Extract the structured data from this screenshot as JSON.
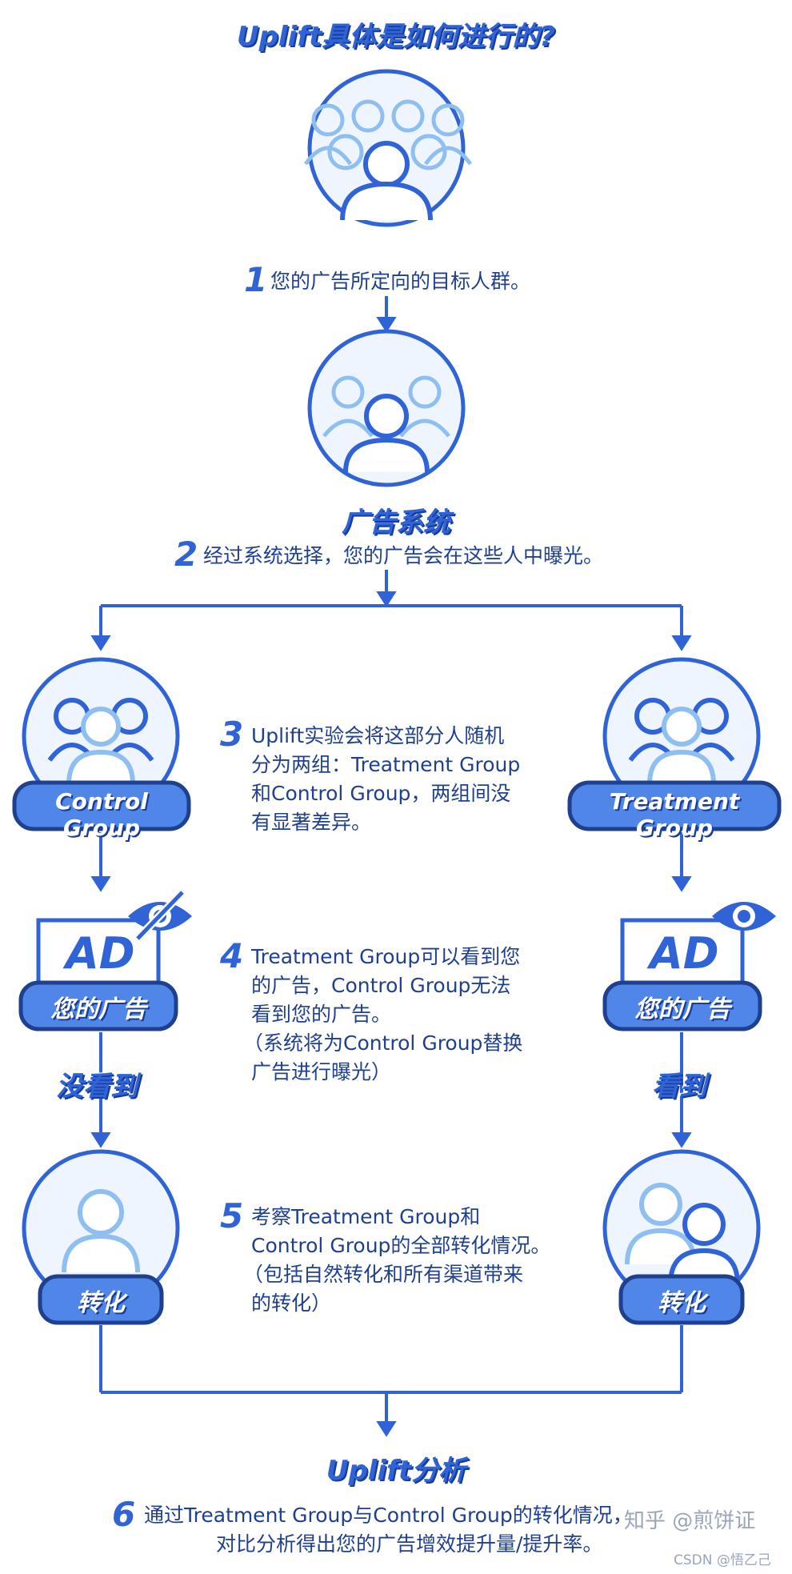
{
  "header": {
    "title": "Uplift具体是如何进行的?"
  },
  "steps": {
    "s1": {
      "num": "1",
      "text": "您的广告所定向的目标人群。"
    },
    "system_label": "广告系统",
    "s2": {
      "num": "2",
      "text": "经过系统选择，您的广告会在这些人中曝光。"
    },
    "s3": {
      "num": "3",
      "lines": [
        "Uplift实验会将这部分人随机",
        "分为两组：Treatment Group",
        "和Control Group，两组间没",
        "有显著差异。"
      ]
    },
    "s4": {
      "num": "4",
      "lines": [
        "Treatment Group可以看到您",
        "的广告，Control Group无法",
        "看到您的广告。",
        "（系统将为Control Group替换",
        "广告进行曝光）"
      ]
    },
    "s5": {
      "num": "5",
      "lines": [
        "考察Treatment Group和",
        "Control Group的全部转化情况。",
        "（包括自然转化和所有渠道带来",
        "的转化）"
      ]
    },
    "analysis_label": "Uplift分析",
    "s6": {
      "num": "6",
      "lines": [
        "通过Treatment Group与Control Group的转化情况，",
        "对比分析得出您的广告增效提升量/提升率。"
      ]
    }
  },
  "groups": {
    "control": {
      "label": "Control Group",
      "ad": "AD",
      "ad_label": "您的广告",
      "seen": "没看到",
      "conv": "转化"
    },
    "treatment": {
      "label": "Treatment Group",
      "ad": "AD",
      "ad_label": "您的广告",
      "seen": "看到",
      "conv": "转化"
    }
  },
  "watermark": {
    "zhihu": "知乎 @煎饼证",
    "csdn": "CSDN @悟乙己"
  },
  "colors": {
    "primary": "#2f63d6",
    "dark": "#1f3f8f",
    "light": "#8ebff0",
    "pill": "#4f86e8"
  }
}
